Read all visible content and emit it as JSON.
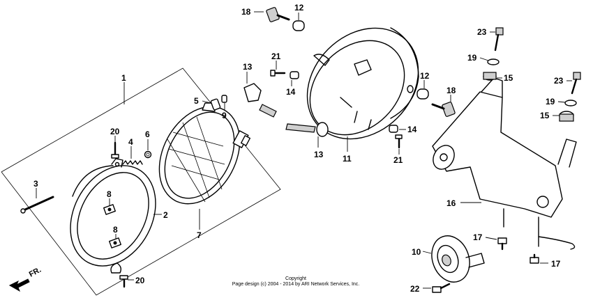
{
  "callouts": [
    {
      "id": "1",
      "label": "1"
    },
    {
      "id": "2",
      "label": "2"
    },
    {
      "id": "3",
      "label": "3"
    },
    {
      "id": "4",
      "label": "4"
    },
    {
      "id": "5",
      "label": "5"
    },
    {
      "id": "6",
      "label": "6"
    },
    {
      "id": "7",
      "label": "7"
    },
    {
      "id": "8a",
      "label": "8"
    },
    {
      "id": "8b",
      "label": "8"
    },
    {
      "id": "9",
      "label": "9"
    },
    {
      "id": "10",
      "label": "10"
    },
    {
      "id": "11",
      "label": "11"
    },
    {
      "id": "12a",
      "label": "12"
    },
    {
      "id": "12b",
      "label": "12"
    },
    {
      "id": "13a",
      "label": "13"
    },
    {
      "id": "13b",
      "label": "13"
    },
    {
      "id": "14a",
      "label": "14"
    },
    {
      "id": "14b",
      "label": "14"
    },
    {
      "id": "15a",
      "label": "15"
    },
    {
      "id": "15b",
      "label": "15"
    },
    {
      "id": "16",
      "label": "16"
    },
    {
      "id": "17a",
      "label": "17"
    },
    {
      "id": "17b",
      "label": "17"
    },
    {
      "id": "18a",
      "label": "18"
    },
    {
      "id": "18b",
      "label": "18"
    },
    {
      "id": "19a",
      "label": "19"
    },
    {
      "id": "19b",
      "label": "19"
    },
    {
      "id": "20a",
      "label": "20"
    },
    {
      "id": "20b",
      "label": "20"
    },
    {
      "id": "21a",
      "label": "21"
    },
    {
      "id": "21b",
      "label": "21"
    },
    {
      "id": "22",
      "label": "22"
    },
    {
      "id": "23a",
      "label": "23"
    },
    {
      "id": "23b",
      "label": "23"
    }
  ],
  "direction_label": "FR.",
  "copyright": {
    "line1": "Copyright",
    "line2": "Page design (c) 2004 - 2014 by ARI Network Services, Inc."
  }
}
